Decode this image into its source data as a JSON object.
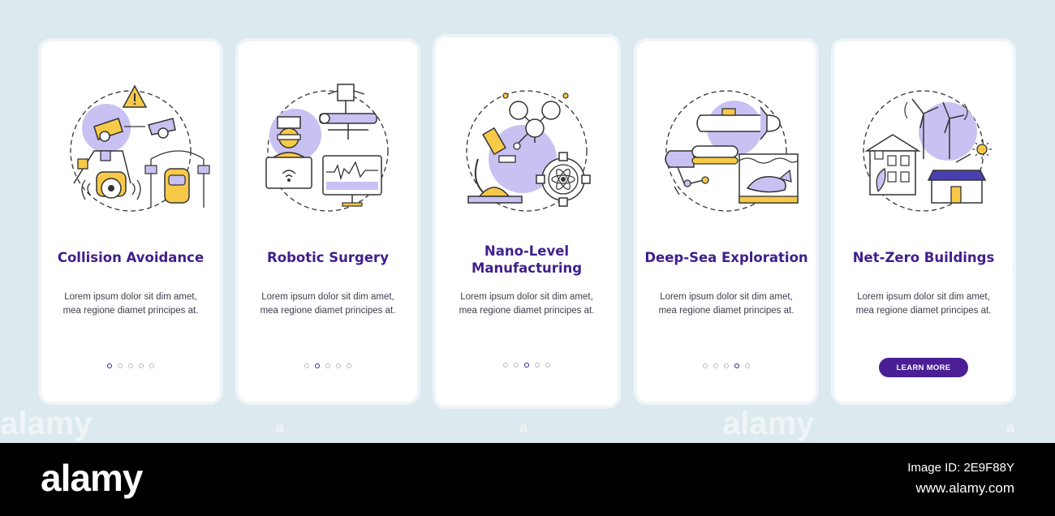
{
  "cards": [
    {
      "title": "Collision Avoidance",
      "desc": "Lorem ipsum dolor sit dim amet, mea regione diamet principes at.",
      "active_dot": 0
    },
    {
      "title": "Robotic Surgery",
      "desc": "Lorem ipsum dolor sit dim amet, mea regione diamet principes at.",
      "active_dot": 1
    },
    {
      "title": "Nano-Level Manufacturing",
      "desc": "Lorem ipsum dolor sit dim amet, mea regione diamet principes at.",
      "active_dot": 2
    },
    {
      "title": "Deep-Sea Exploration",
      "desc": "Lorem ipsum dolor sit dim amet, mea regione diamet principes at.",
      "active_dot": 3
    },
    {
      "title": "Net-Zero Buildings",
      "desc": "Lorem ipsum dolor sit dim amet, mea regione diamet principes at.",
      "button_label": "LEARN MORE"
    }
  ],
  "colors": {
    "background": "#dce9ee",
    "title": "#3f1f8c",
    "accent_purple": "#c9c1f2",
    "accent_yellow": "#f7c948",
    "button": "#4a1f96"
  },
  "icons": [
    "car-collision-icon",
    "robotic-surgery-icon",
    "nano-manufacturing-icon",
    "deep-sea-icon",
    "net-zero-building-icon"
  ],
  "watermark": {
    "text": "alamy"
  },
  "footer": {
    "brand": "alamy",
    "image_id": "Image ID: 2E9F88Y",
    "url": "www.alamy.com"
  }
}
